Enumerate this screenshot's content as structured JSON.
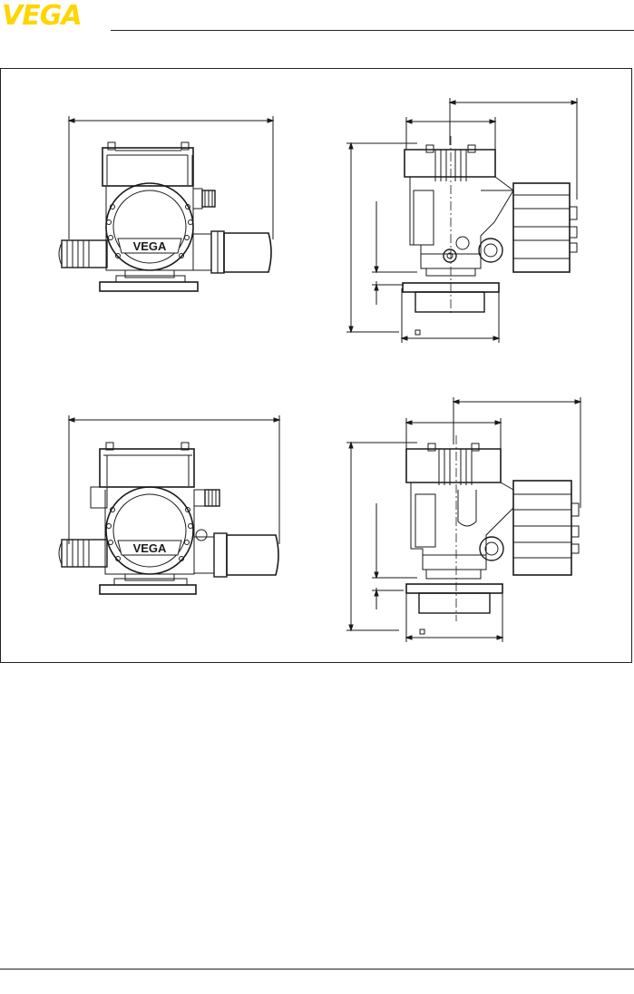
{
  "header": {
    "logo_text": "VEGA",
    "logo_color": "#FFD500"
  },
  "figure": {
    "front_view_top": {
      "badge": "VEGA"
    },
    "front_view_bottom": {
      "badge": "VEGA"
    }
  },
  "colors": {
    "line": "#1a1a1a",
    "background": "#ffffff"
  }
}
